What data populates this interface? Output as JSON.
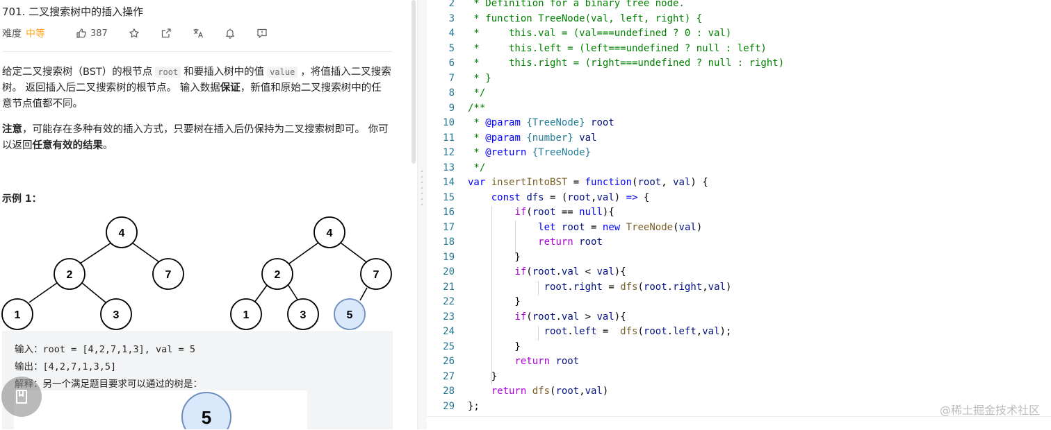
{
  "problem": {
    "title": "701. 二叉搜索树中的插入操作",
    "difficulty_label": "难度",
    "difficulty_value": "中等",
    "likes": "387",
    "accent_color": "#ffa116"
  },
  "description": {
    "p1_a": "给定二叉搜索树（BST）的根节点",
    "p1_code1": "root",
    "p1_b": "和要插入树中的值",
    "p1_code2": "value",
    "p1_c": "，将值插入二叉搜索树。 返回插入后二叉搜索树的根节点。 输入数据",
    "p1_bold": "保证",
    "p1_d": "，新值和原始二叉搜索树中的任意节点值都不同。",
    "p2_bold1": "注意",
    "p2_a": "，可能存在多种有效的插入方式，只要树在插入后仍保持为二叉搜索树即可。 你可以返回",
    "p2_bold2": "任意有效的结果",
    "p2_b": "。"
  },
  "example": {
    "title": "示例 1：",
    "tree1": [
      "4",
      "2",
      "7",
      "1",
      "3"
    ],
    "tree2": [
      "4",
      "2",
      "7",
      "1",
      "3",
      "5"
    ],
    "input_line": "输入：root = [4,2,7,1,3], val = 5",
    "output_line": "输出：[4,2,7,1,3,5]",
    "explain_line": "解释：另一个满足题目要求可以通过的树是：",
    "alt_root": "5"
  },
  "code": {
    "line_numbers": [
      "2",
      "3",
      "4",
      "5",
      "6",
      "7",
      "8",
      "9",
      "10",
      "11",
      "12",
      "13",
      "14",
      "15",
      "16",
      "17",
      "18",
      "19",
      "20",
      "21",
      "22",
      "23",
      "24",
      "25",
      "26",
      "27",
      "28",
      "29"
    ]
  },
  "watermark": "@稀土掘金技术社区"
}
